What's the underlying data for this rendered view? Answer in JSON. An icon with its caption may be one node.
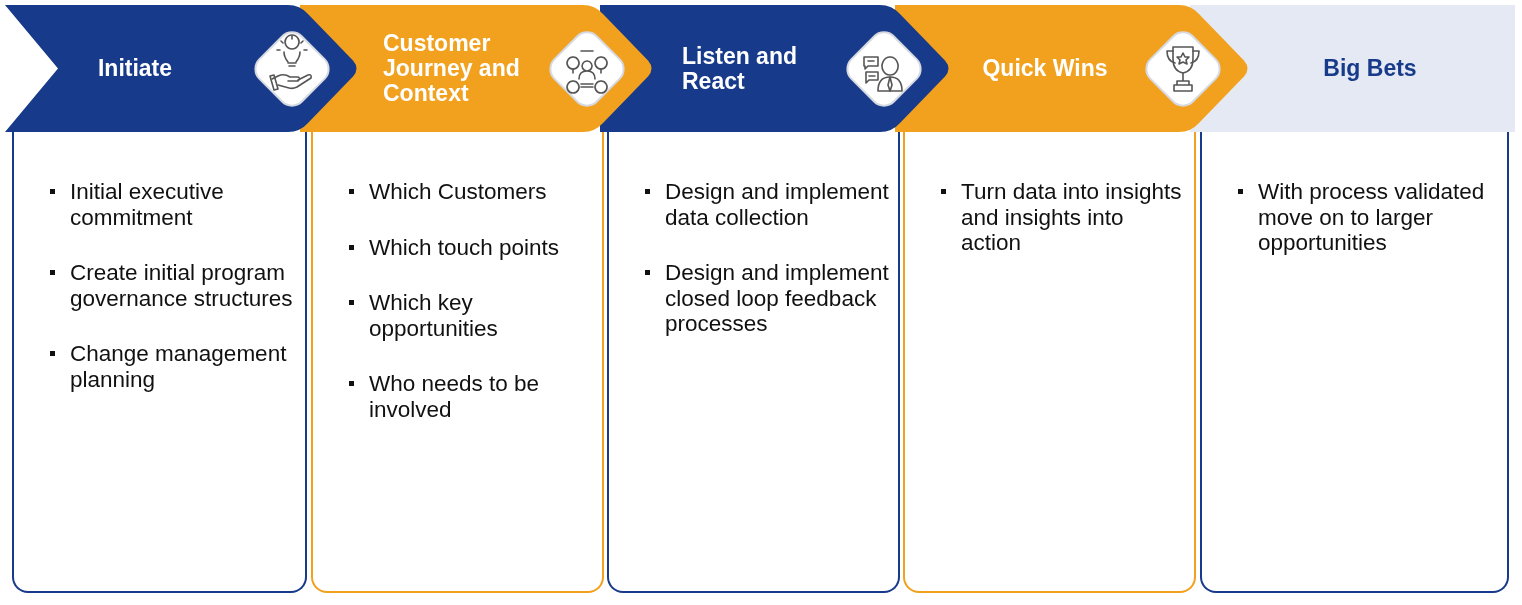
{
  "diagram": {
    "nodes": [
      {
        "text": [
          "Initiate"
        ]
      },
      {
        "text": [
          "Customer Journey and Context"
        ]
      },
      {
        "text": [
          "Listen and React"
        ]
      },
      {
        "text": [
          "Quick Wins"
        ]
      },
      {
        "text": [
          "Big Bets"
        ]
      },
      {
        "text": [
          "Initial executive commitment",
          "Create initial program governance structures",
          "Change management planning"
        ]
      },
      {
        "text": [
          "Which Customers",
          "Which touch points",
          "Which key opportunities",
          "Who needs to be involved"
        ]
      },
      {
        "text": [
          "Design and implement data collection",
          "Design and implement closed loop feedback processes"
        ]
      },
      {
        "text": [
          "Turn data into insights and insights into action"
        ]
      },
      {
        "text": [
          "With process validated move on to larger opportunities"
        ]
      }
    ],
    "edges": []
  }
}
